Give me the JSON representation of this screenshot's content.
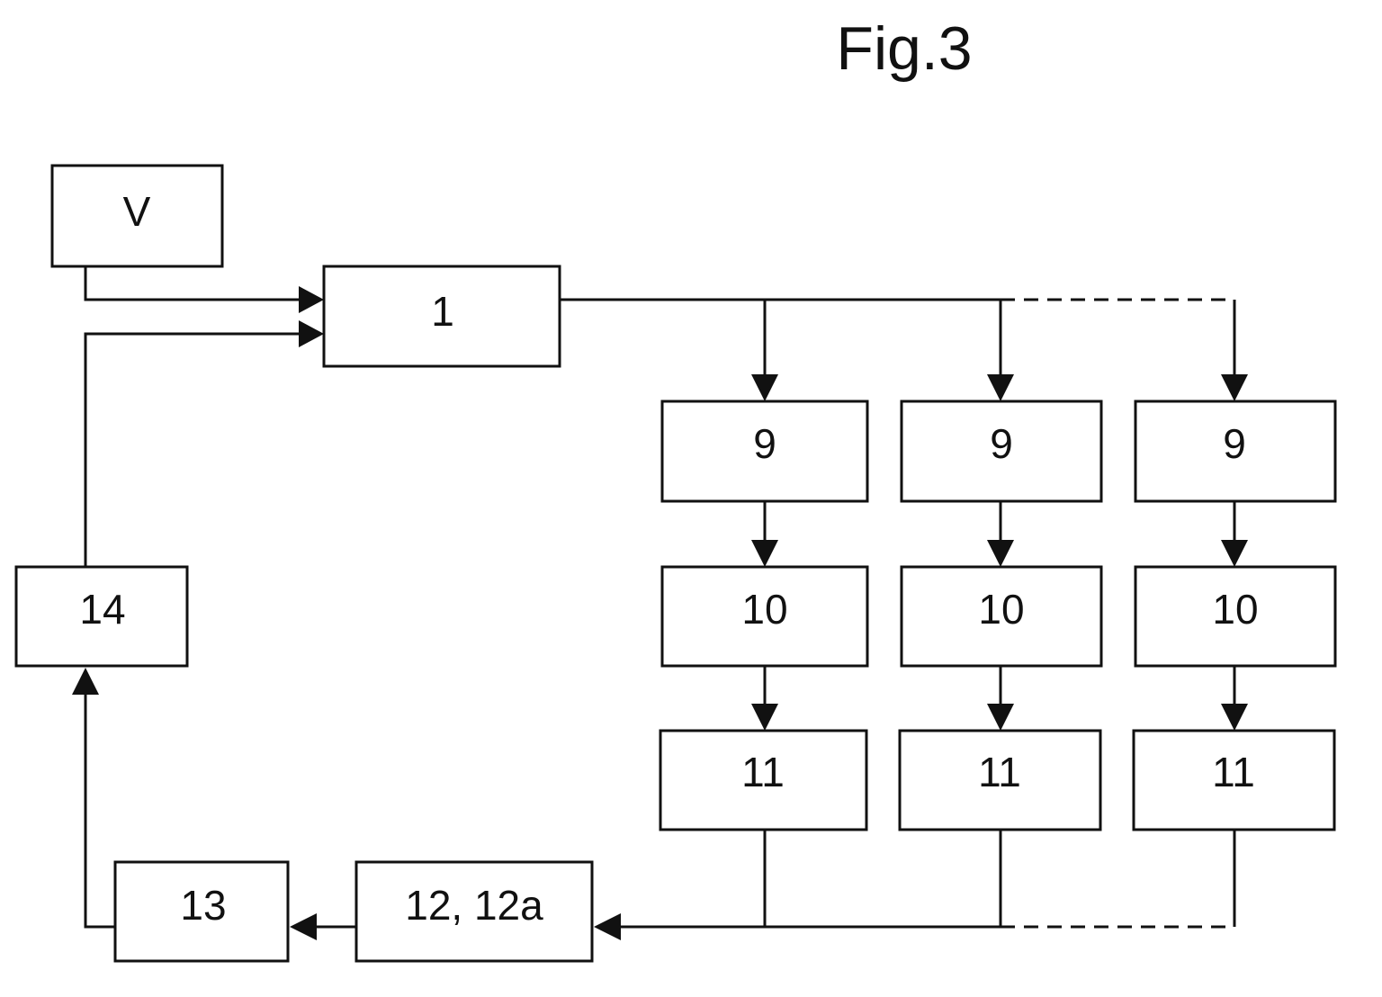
{
  "figure": {
    "title": "Fig.3"
  },
  "blocks": {
    "v": "V",
    "b1": "1",
    "b9": "9",
    "b10": "10",
    "b11": "11",
    "b12": "12, 12a",
    "b13": "13",
    "b14": "14"
  },
  "colors": {
    "line": "#111111",
    "background": "#ffffff"
  }
}
